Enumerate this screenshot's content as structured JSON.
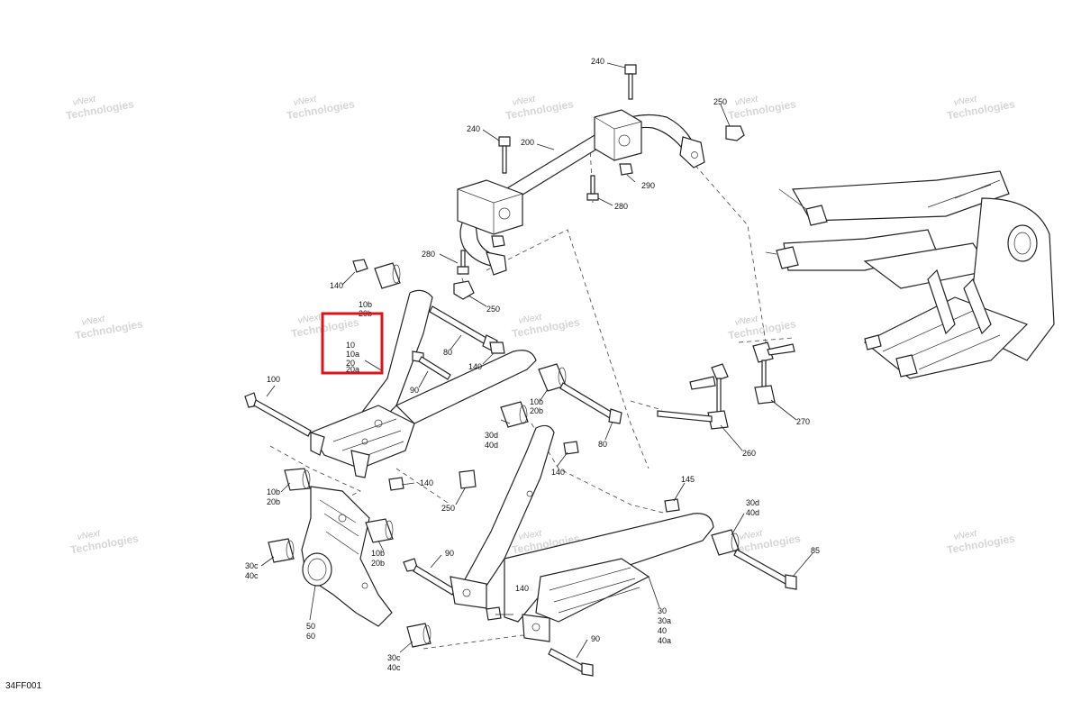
{
  "diagram_code": "34FF001",
  "watermark": {
    "line1": "vNext",
    "line2": "Technologies"
  },
  "labels": {
    "l240a": "240",
    "l250a": "250",
    "l240b": "240",
    "l200": "200",
    "l290": "290",
    "l280a": "280",
    "l280b": "280",
    "l250b": "250",
    "l140a": "140",
    "l10b_a": "10b",
    "l20b_a": "20b",
    "l10": "10",
    "l10a": "10a",
    "l20": "20",
    "l20a": "20a",
    "l80a": "80",
    "l140b": "140",
    "l90a": "90",
    "l100": "100",
    "l10b_b": "10b",
    "l20b_b": "20b",
    "l30d_a": "30d",
    "l40d_a": "40d",
    "l80b": "80",
    "l140c": "140",
    "l140d": "140",
    "l10b_c": "10b",
    "l20b_c": "20b",
    "l250c": "250",
    "l10b_d": "10b",
    "l20b_d": "20b",
    "l30c_a": "30c",
    "l40c_a": "40c",
    "l90b": "90",
    "l50": "50",
    "l60": "60",
    "l140e": "140",
    "l30c_b": "30c",
    "l40c_b": "40c",
    "l90c": "90",
    "l30": "30",
    "l30a": "30a",
    "l40": "40",
    "l40a": "40a",
    "l145": "145",
    "l30d_b": "30d",
    "l40d_b": "40d",
    "l85": "85",
    "l260": "260",
    "l270": "270"
  },
  "highlight": {
    "color": "#d9141c"
  }
}
